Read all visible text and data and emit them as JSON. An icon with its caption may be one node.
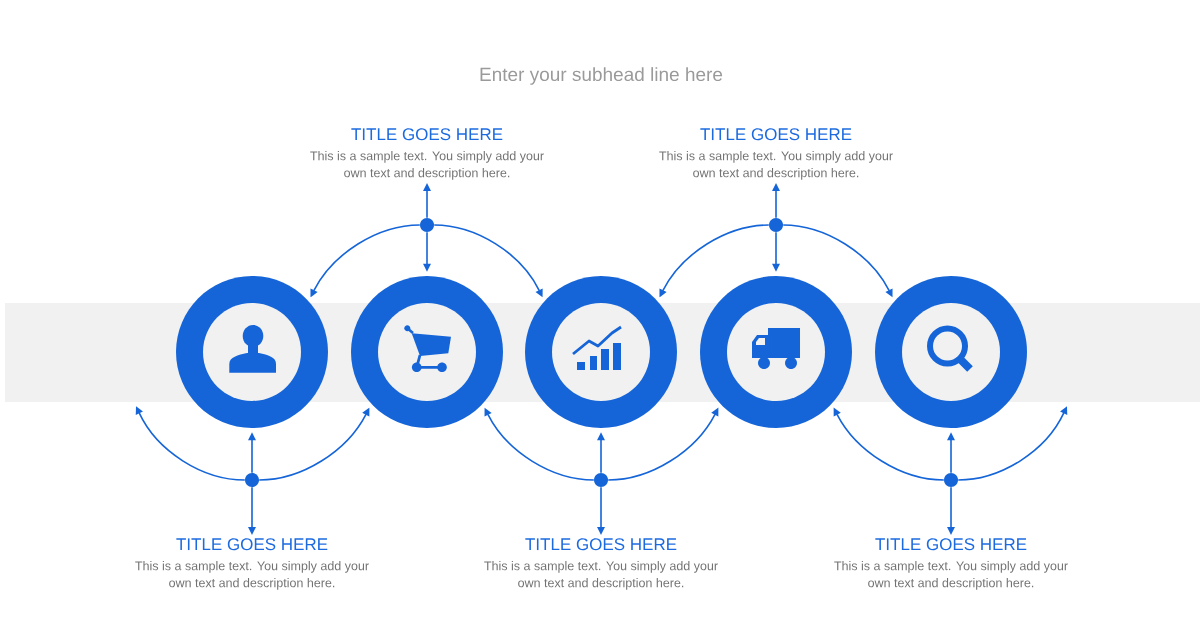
{
  "diagram": {
    "title": "Enter your subhead line here",
    "nodes": [
      {
        "text": [
          "TITLE GOES HERE",
          "This is a sample text. You simply add your own text and description here."
        ]
      },
      {
        "text": [
          "TITLE GOES HERE",
          "This is a sample text. You simply add your own text and description here."
        ]
      },
      {
        "text": [],
        "shape": "dot"
      },
      {
        "text": [],
        "shape": "dot"
      },
      {
        "text": [],
        "shape": "circle"
      },
      {
        "text": [],
        "shape": "circle"
      },
      {
        "text": [],
        "shape": "circle"
      },
      {
        "text": [],
        "shape": "circle"
      },
      {
        "text": [],
        "shape": "circle"
      },
      {
        "text": [],
        "shape": "dot"
      },
      {
        "text": [],
        "shape": "dot"
      },
      {
        "text": [],
        "shape": "dot"
      },
      {
        "text": [
          "TITLE GOES HERE",
          "This is a sample text. You simply add your own text and description here."
        ]
      },
      {
        "text": [
          "TITLE GOES HERE",
          "This is a sample text. You simply add your own text and description here."
        ]
      },
      {
        "text": [
          "TITLE GOES HERE",
          "This is a sample text. You simply add your own text and description here."
        ]
      }
    ],
    "edges": [
      {
        "from": 2,
        "to": 0,
        "arrow": "to"
      },
      {
        "from": 2,
        "to": 5,
        "arrow": "to"
      },
      {
        "from": 2,
        "to": 4,
        "arrow": "to"
      },
      {
        "from": 2,
        "to": 6,
        "arrow": "to"
      },
      {
        "from": 3,
        "to": 1,
        "arrow": "to"
      },
      {
        "from": 3,
        "to": 7,
        "arrow": "to"
      },
      {
        "from": 3,
        "to": 6,
        "arrow": "to"
      },
      {
        "from": 3,
        "to": 8,
        "arrow": "to"
      },
      {
        "from": 9,
        "to": 4,
        "arrow": "to"
      },
      {
        "from": 9,
        "to": 12,
        "arrow": "to"
      },
      {
        "from": 9,
        "to": null,
        "arrow": "to"
      },
      {
        "from": 9,
        "to": 5,
        "arrow": "to"
      },
      {
        "from": 10,
        "to": 6,
        "arrow": "to"
      },
      {
        "from": 10,
        "to": 13,
        "arrow": "to"
      },
      {
        "from": 10,
        "to": 5,
        "arrow": "to"
      },
      {
        "from": 10,
        "to": 7,
        "arrow": "to"
      },
      {
        "from": 11,
        "to": 8,
        "arrow": "to"
      },
      {
        "from": 11,
        "to": 14,
        "arrow": "to"
      },
      {
        "from": 11,
        "to": 7,
        "arrow": "to"
      },
      {
        "from": 11,
        "to": null,
        "arrow": "to"
      }
    ]
  }
}
